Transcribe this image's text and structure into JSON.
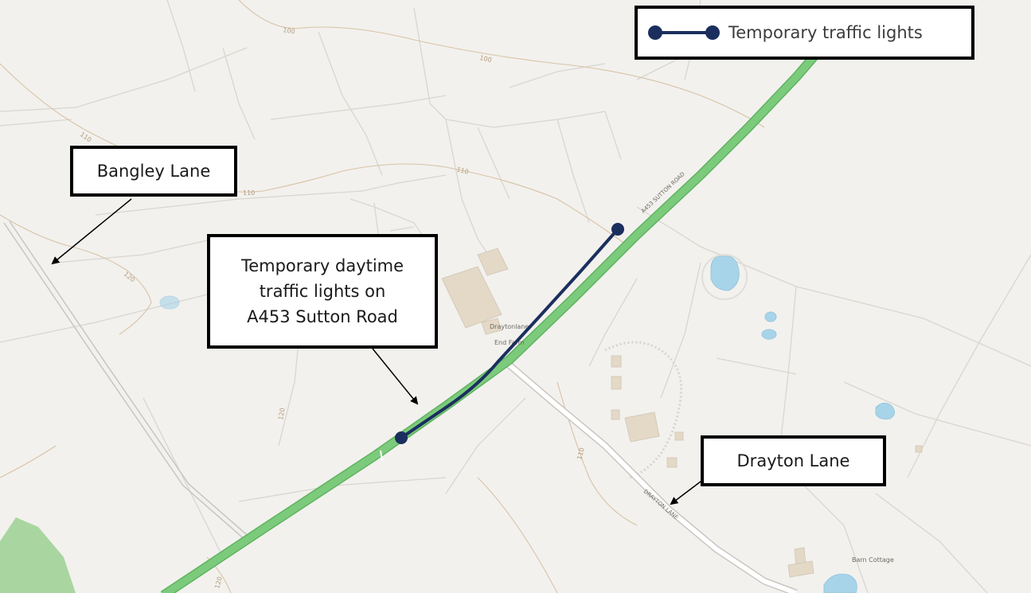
{
  "legend": {
    "label": "Temporary traffic lights",
    "color": "#1b2f5e"
  },
  "callouts": {
    "bangley": {
      "label": "Bangley Lane"
    },
    "sutton": {
      "lines": [
        "Temporary daytime",
        "traffic lights on",
        "A453 Sutton Road"
      ]
    },
    "drayton": {
      "label": "Drayton Lane"
    }
  },
  "map_labels": {
    "sutton_road": "A453 SUTTON ROAD",
    "drayton_lane": "DRAYTON LANE",
    "farm_line1": "Draytonlane",
    "farm_line2": "End Farm",
    "barn_cottage": "Barn Cottage",
    "contour_values": [
      "100",
      "110",
      "120"
    ]
  },
  "colors": {
    "map_background": "#f2f1ee",
    "main_road": "#7ccb7c",
    "minor_road": "#ffffff",
    "water": "#a8d4ea",
    "field_boundary": "#d9d6d0",
    "contour": "#d8c3a5",
    "building": "#e3d9c6",
    "woodland": "#a9d6a0"
  }
}
